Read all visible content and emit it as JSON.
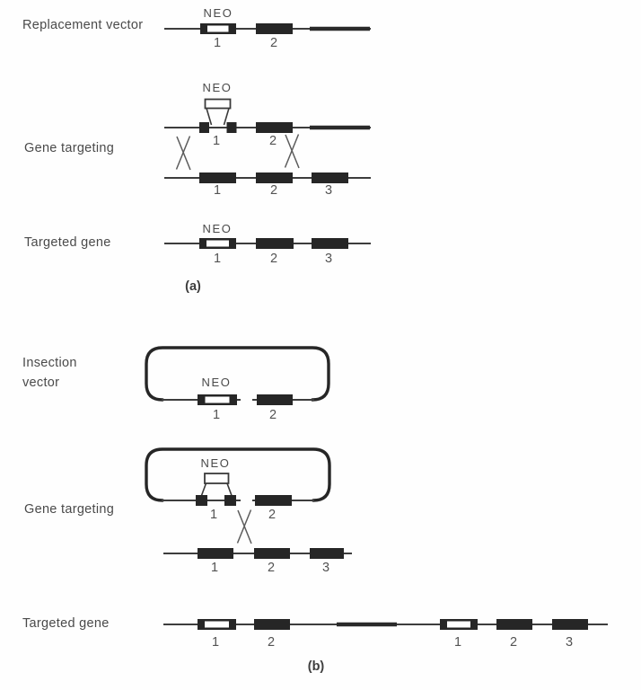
{
  "figure": {
    "description_labels_only": "gene targeting diagram",
    "colors": {
      "line": "#3d3d3d",
      "exon_fill": "#262626",
      "text": "#4a4a4a",
      "background": "#fefefe"
    },
    "panel_a": {
      "label": "(a)",
      "replacement_vector": {
        "label": "Replacement vector",
        "neo_label": "NEO",
        "exon_numbers": [
          "1",
          "2"
        ]
      },
      "gene_targeting": {
        "label": "Gene targeting",
        "neo_label": "NEO",
        "vector_exon_numbers": [
          "1",
          "2"
        ],
        "genomic_exon_numbers": [
          "1",
          "2",
          "3"
        ]
      },
      "targeted_gene": {
        "label": "Targeted gene",
        "neo_label": "NEO",
        "exon_numbers": [
          "1",
          "2",
          "3"
        ]
      }
    },
    "panel_b": {
      "label": "(b)",
      "insertion_vector": {
        "label_line1": "Insection",
        "label_line2": "vector",
        "neo_label": "NEO",
        "exon_numbers": [
          "1",
          "2"
        ]
      },
      "gene_targeting": {
        "label": "Gene targeting",
        "neo_label": "NEO",
        "vector_exon_numbers": [
          "1",
          "2"
        ],
        "genomic_exon_numbers": [
          "1",
          "2",
          "3"
        ]
      },
      "targeted_gene": {
        "label": "Targeted gene",
        "exon_numbers": [
          "1",
          "2",
          "1",
          "2",
          "3"
        ]
      }
    }
  }
}
